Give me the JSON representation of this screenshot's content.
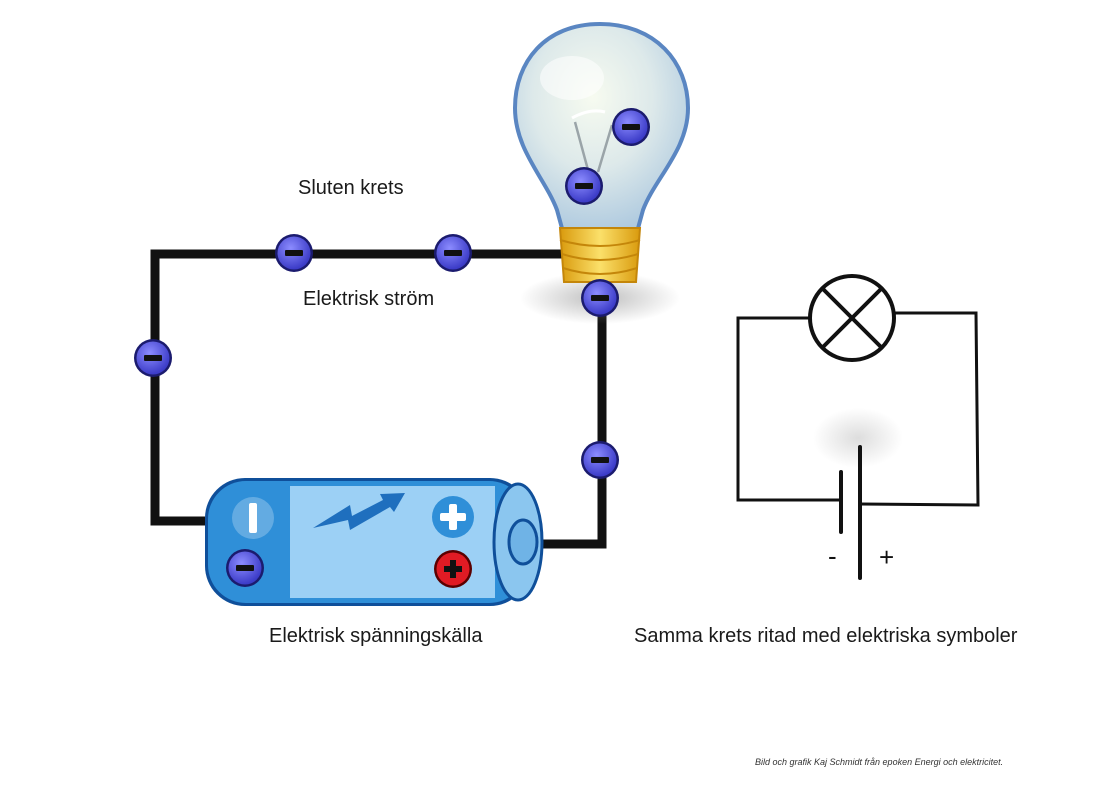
{
  "labels": {
    "closed_circuit": "Sluten krets",
    "electric_current": "Elektrisk ström",
    "voltage_source": "Elektrisk spänningskälla",
    "symbol_caption": "Samma krets ritad med elektriska symboler",
    "credit": "Bild och grafik Kaj Schmidt från epoken Energi och elektricitet."
  },
  "symbols": {
    "minus": "-",
    "plus": "+"
  },
  "colors": {
    "wire": "#111111",
    "electron_fill": "#4f4fe0",
    "battery_body": "#2f8fd8",
    "battery_light": "#9cd0f5",
    "positive_terminal": "#e01b24",
    "lamp_base": "#f2c21b"
  }
}
